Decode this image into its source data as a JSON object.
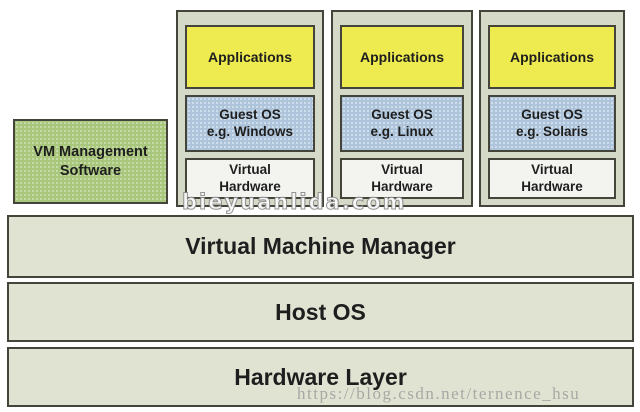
{
  "management_box": {
    "line1": "VM Management",
    "line2": "Software"
  },
  "vm_columns": [
    {
      "applications_label": "Applications",
      "guest_os_line1": "Guest OS",
      "guest_os_line2": "e.g. Windows",
      "virtual_hardware_line1": "Virtual",
      "virtual_hardware_line2": "Hardware"
    },
    {
      "applications_label": "Applications",
      "guest_os_line1": "Guest OS",
      "guest_os_line2": "e.g. Linux",
      "virtual_hardware_line1": "Virtual",
      "virtual_hardware_line2": "Hardware"
    },
    {
      "applications_label": "Applications",
      "guest_os_line1": "Guest OS",
      "guest_os_line2": "e.g. Solaris",
      "virtual_hardware_line1": "Virtual",
      "virtual_hardware_line2": "Hardware"
    }
  ],
  "layers": [
    {
      "label": "Virtual Machine Manager"
    },
    {
      "label": "Host OS"
    },
    {
      "label": "Hardware Layer"
    }
  ],
  "watermarks": {
    "center": "bieyuanlida.com",
    "bottom_url": "https://blog.csdn.net/ternence_hsu"
  },
  "colors": {
    "applications_bg": "#eeeb50",
    "guest_os_bg": "#aec4da",
    "virtual_hardware_bg": "#f3f3ef",
    "management_bg": "#a9c77c",
    "column_bg": "#d5d9c8",
    "layer_bg": "#e0e2d2",
    "border": "#44443a",
    "text": "#1e1e1e"
  }
}
